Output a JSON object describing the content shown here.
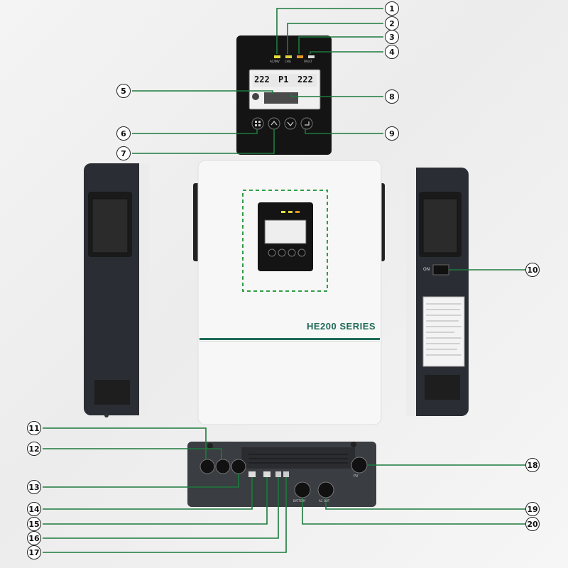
{
  "product": {
    "series_label": "HE200 SERIES"
  },
  "display": {
    "led_labels": [
      "AC/INV",
      "CHG",
      "FAULT"
    ],
    "lcd_left": "222",
    "lcd_mid": "P1",
    "lcd_right": "222"
  },
  "callouts": [
    "1",
    "2",
    "3",
    "4",
    "5",
    "6",
    "7",
    "8",
    "9",
    "10",
    "11",
    "12",
    "13",
    "14",
    "15",
    "16",
    "17",
    "18",
    "19",
    "20"
  ],
  "side_panel": {
    "switch_label": "ON"
  },
  "bottom_panel": {
    "port_labels": {
      "pv": "PV",
      "battery": "BATTERY",
      "ac_out": "AC OUT"
    }
  },
  "colors": {
    "leader_line": "#1c7a3c",
    "dashed_box": "#2e9e44",
    "brand_stripe": "#1f6b58"
  }
}
